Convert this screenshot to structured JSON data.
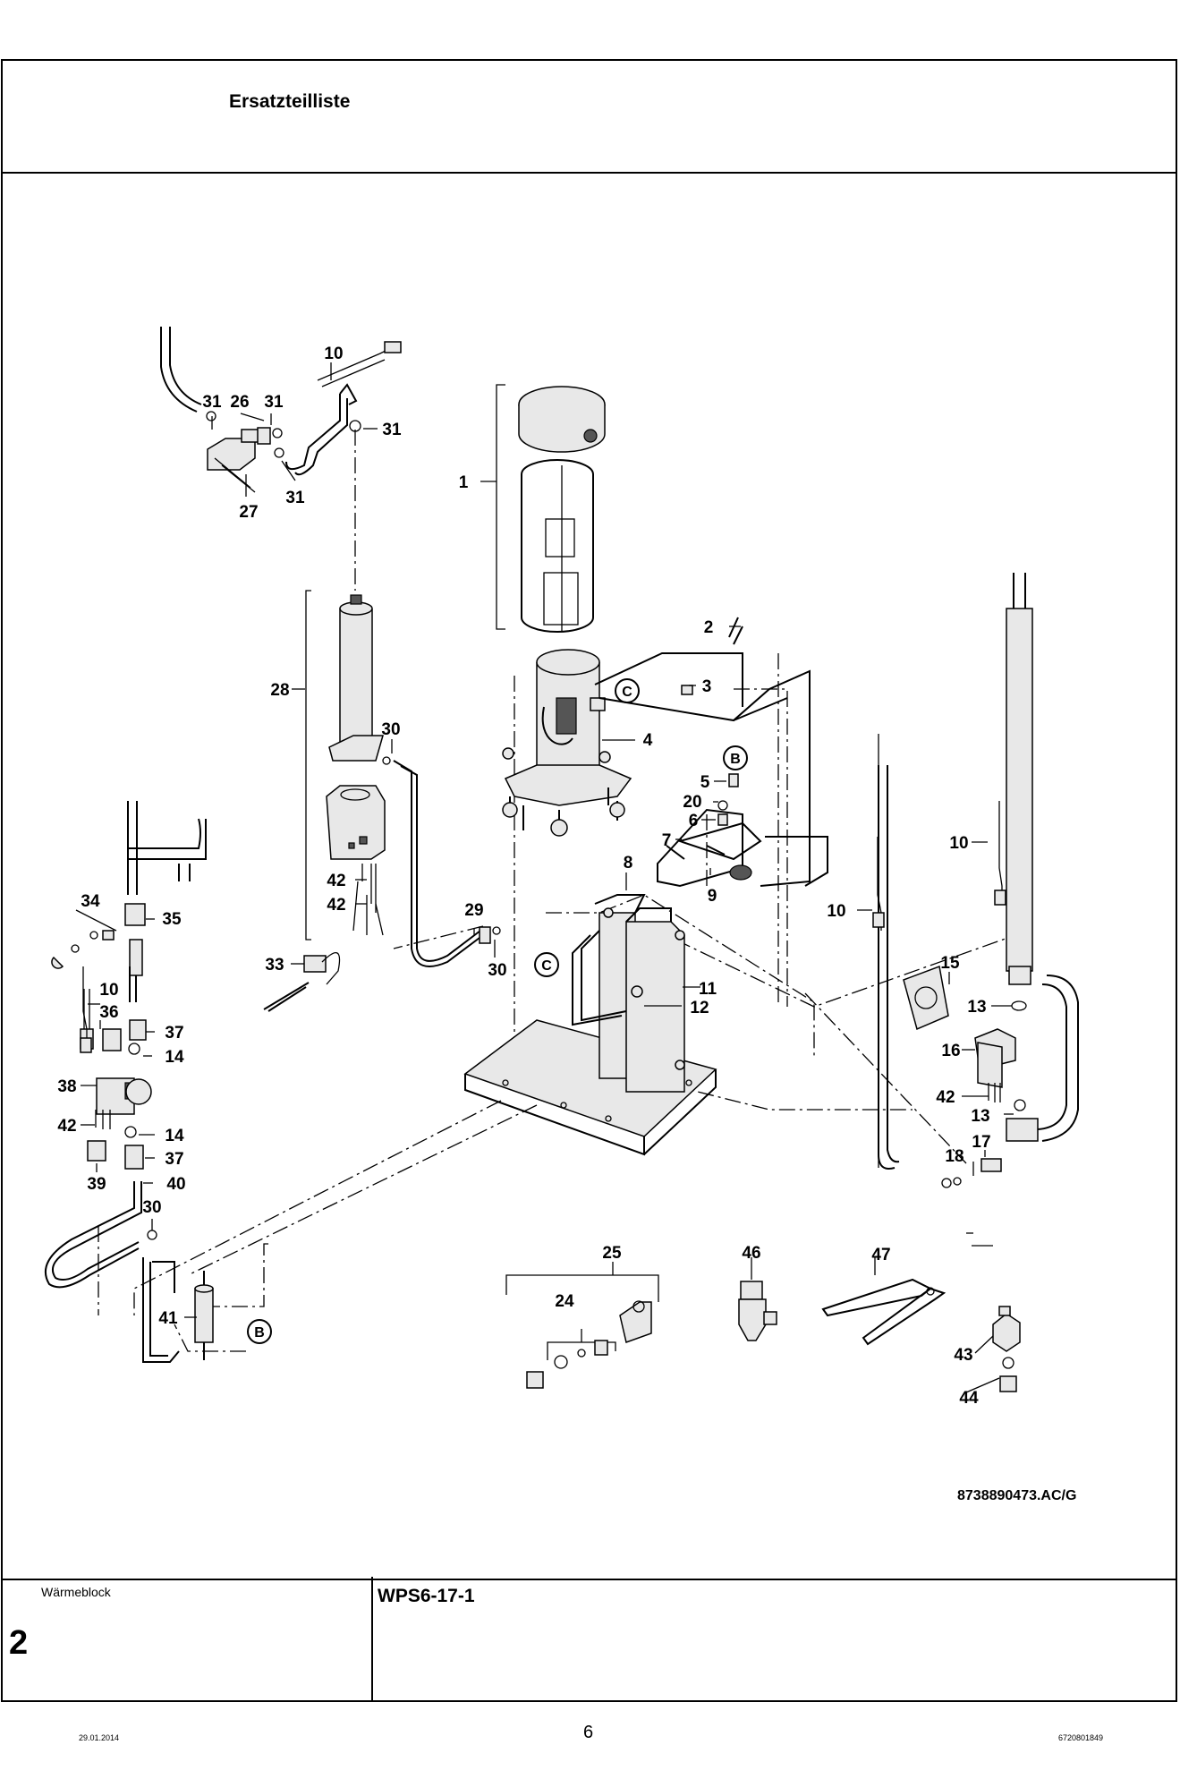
{
  "header": {
    "title": "Ersatzteilliste"
  },
  "footer_box": {
    "section_label": "Wärmeblock",
    "section_number": "2",
    "model": "WPS6-17-1"
  },
  "page_footer": {
    "date": "29.01.2014",
    "page": "6",
    "doc_number": "6720801849"
  },
  "diagram": {
    "drawing_id": "8738890473.AC/G",
    "refs": [
      "B",
      "C"
    ],
    "part_labels": {
      "l1": "1",
      "l2": "2",
      "l3": "3",
      "l4": "4",
      "l5": "5",
      "l6": "6",
      "l8": "8",
      "l9": "9",
      "l10a": "10",
      "l10b": "10",
      "l10c": "10",
      "l10d": "10",
      "l11": "11",
      "l12": "12",
      "l13a": "13",
      "l13b": "13",
      "l14a": "14",
      "l14b": "14",
      "l15": "15",
      "l16": "16",
      "l17": "17",
      "l18": "18",
      "l20": "20",
      "l24": "24",
      "l25": "25",
      "l26": "26",
      "l27": "27",
      "l28": "28",
      "l29": "29",
      "l30a": "30",
      "l30b": "30",
      "l30c": "30",
      "l31a": "31",
      "l31b": "31",
      "l31c": "31",
      "l31d": "31",
      "l33": "33",
      "l34": "34",
      "l35": "35",
      "l36": "36",
      "l37a": "37",
      "l37b": "37",
      "l38": "38",
      "l39": "39",
      "l40": "40",
      "l41": "41",
      "l42a": "42",
      "l42b": "42",
      "l42c": "42",
      "l42d": "42",
      "l43": "43",
      "l44": "44",
      "l46": "46",
      "l47": "47"
    }
  }
}
